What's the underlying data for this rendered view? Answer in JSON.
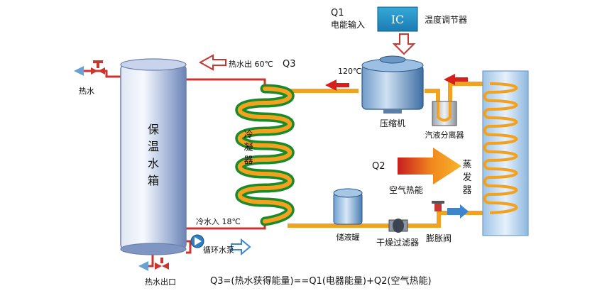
{
  "labels": {
    "q1": "Q1",
    "power_input": "电能输入",
    "ic": "IC",
    "thermostat": "温度调节器",
    "q3": "Q3",
    "hot_water_out_60": "热水出 60℃",
    "temp_120": "120℃",
    "hot_water": "热水",
    "tank": [
      "保",
      "温",
      "水",
      "箱"
    ],
    "condenser": [
      "冷",
      "凝",
      "器"
    ],
    "compressor": "压缩机",
    "separator": "汽液分离器",
    "q2": "Q2",
    "air_heat": "空气热能",
    "evaporator": [
      "蒸",
      "发",
      "器"
    ],
    "cold_water_in": "冷水入 18℃",
    "receiver": "储液罐",
    "dryer_filter": "干燥过滤器",
    "expansion_valve": "膨胀阀",
    "circ_pump": "循环水泵",
    "hot_water_outlet": "热水出口",
    "formula": "Q3=(热水获得能量)==Q1(电器能量)+Q2(空气热能)"
  }
}
